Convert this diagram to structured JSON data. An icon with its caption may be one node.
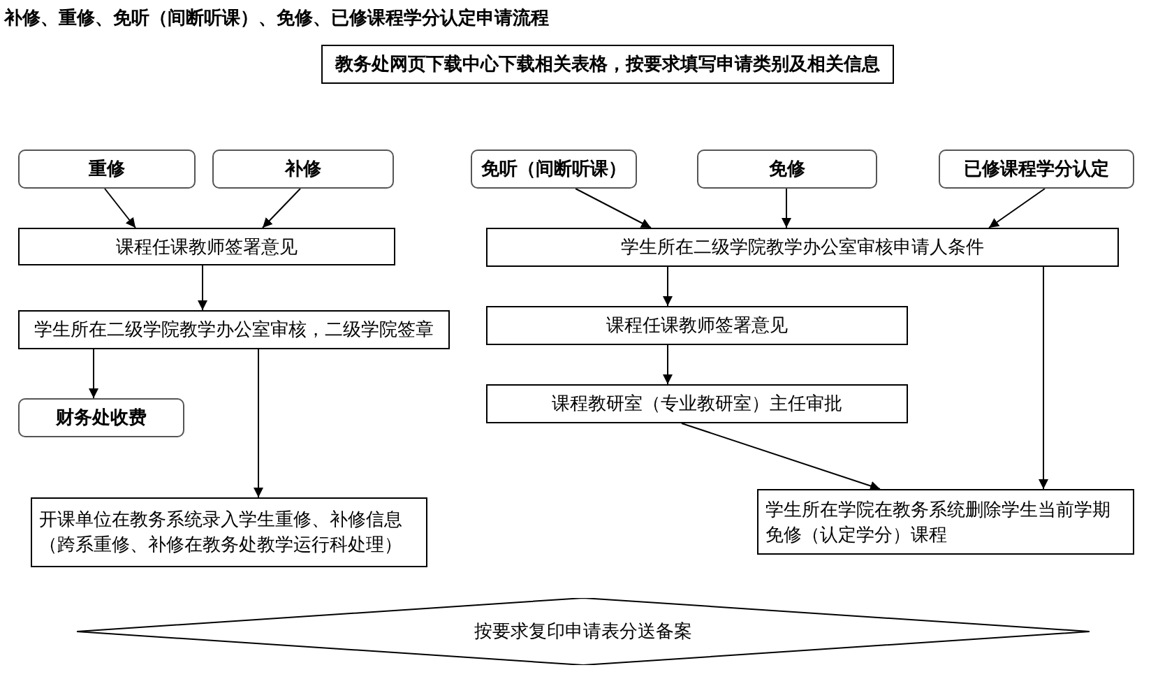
{
  "diagram": {
    "title": "补修、重修、免听（间断听课）、免修、已修课程学分认定申请流程",
    "nodes": [
      {
        "text": [
          "教务处网页下载中心下载相关表格，按要求填写申请类别及相关信息"
        ]
      },
      {
        "text": [
          "重修"
        ]
      },
      {
        "text": [
          "补修"
        ]
      },
      {
        "text": [
          "免听（间断听课）"
        ]
      },
      {
        "text": [
          "免修"
        ]
      },
      {
        "text": [
          "已修课程学分认定"
        ]
      },
      {
        "text": [
          "课程任课教师签署意见"
        ]
      },
      {
        "text": [
          "学生所在二级学院教学办公室审核，二级学院签章"
        ]
      },
      {
        "text": [
          "财务处收费"
        ]
      },
      {
        "text": [
          "开课单位在教务系统录入学生重修、补修信息（跨系重修、补修在教务处教学运行科处理）"
        ]
      },
      {
        "text": [
          "学生所在二级学院教学办公室审核申请人条件"
        ]
      },
      {
        "text": [
          "课程任课教师签署意见"
        ]
      },
      {
        "text": [
          "课程教研室（专业教研室）主任审批"
        ]
      },
      {
        "text": [
          "学生所在学院在教务系统删除学生当前学期免修（认定学分）课程"
        ]
      },
      {
        "text": [
          "按要求复印申请表分送备案"
        ]
      }
    ],
    "edges": [
      {
        "from": 1,
        "to": 6,
        "arrow": "to"
      },
      {
        "from": 2,
        "to": 6,
        "arrow": "to"
      },
      {
        "from": 6,
        "to": 7,
        "arrow": "to"
      },
      {
        "from": 7,
        "to": 8,
        "arrow": "to"
      },
      {
        "from": 7,
        "to": 9,
        "arrow": "to"
      },
      {
        "from": 3,
        "to": 10,
        "arrow": "to"
      },
      {
        "from": 4,
        "to": 10,
        "arrow": "to"
      },
      {
        "from": 5,
        "to": 10,
        "arrow": "to"
      },
      {
        "from": 10,
        "to": 11,
        "arrow": "to"
      },
      {
        "from": 11,
        "to": 12,
        "arrow": "to"
      },
      {
        "from": 12,
        "to": 13,
        "arrow": "to"
      },
      {
        "from": 10,
        "to": 13,
        "arrow": "to"
      }
    ]
  }
}
